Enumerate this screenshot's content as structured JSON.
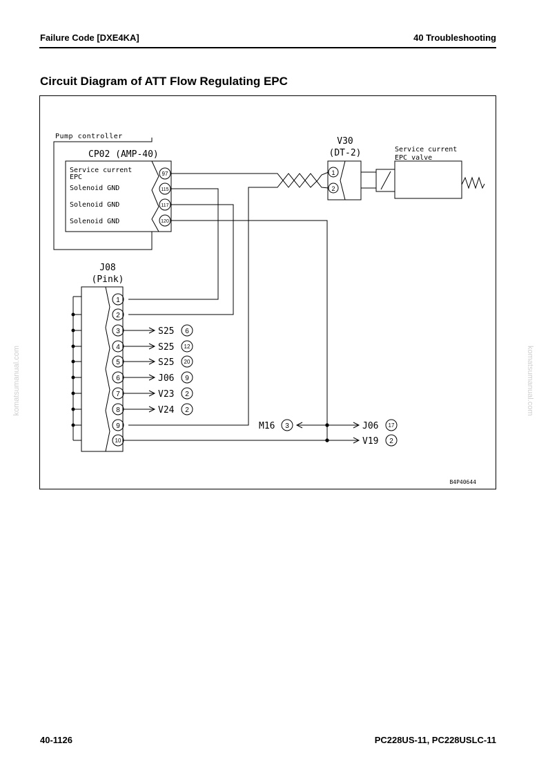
{
  "header": {
    "left": "Failure Code [DXE4KA]",
    "right": "40 Troubleshooting"
  },
  "section_title": "Circuit Diagram of ATT Flow Regulating EPC",
  "diagram": {
    "controller_label": "Pump controller",
    "controller_connector": "CP02 (AMP-40)",
    "controller_signals": [
      "Service current EPC",
      "Solenoid GND",
      "Solenoid GND",
      "Solenoid GND"
    ],
    "controller_pins": [
      "97",
      "115",
      "117",
      "120"
    ],
    "v30_connector": "V30",
    "v30_type": "(DT-2)",
    "v30_pins": [
      "1",
      "2"
    ],
    "valve_label": "Service current EPC valve",
    "j08_connector": "J08",
    "j08_color": "(Pink)",
    "j08_pins": [
      "1",
      "2",
      "3",
      "4",
      "5",
      "6",
      "7",
      "8",
      "9",
      "10"
    ],
    "j08_destinations": [
      {
        "pin": "3",
        "name": "S25",
        "num": "6"
      },
      {
        "pin": "4",
        "name": "S25",
        "num": "12"
      },
      {
        "pin": "5",
        "name": "S25",
        "num": "20"
      },
      {
        "pin": "6",
        "name": "J06",
        "num": "9"
      },
      {
        "pin": "7",
        "name": "V23",
        "num": "2"
      },
      {
        "pin": "8",
        "name": "V24",
        "num": "2"
      }
    ],
    "m16": {
      "name": "M16",
      "num": "3"
    },
    "j06": {
      "name": "J06",
      "num": "17"
    },
    "v19": {
      "name": "V19",
      "num": "2"
    },
    "figure_code": "B4P40644"
  },
  "watermark": "komatsumanual.com",
  "footer": {
    "left": "40-1126",
    "right": "PC228US-11, PC228USLC-11"
  }
}
